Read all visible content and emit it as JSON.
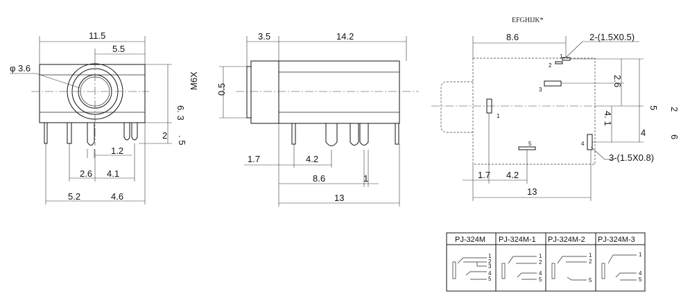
{
  "watermark": "EFGHIJK*",
  "front_view": {
    "dims": {
      "width_top": "11.5",
      "half_width": "5.5",
      "hole_dia": "φ 3.6",
      "height_right": "6. 3",
      "pin_len": "2",
      "pin_len_b": ". 5",
      "pin_gap": "1.2",
      "pin_2_6": "2.6",
      "pin_4_1": "4.1",
      "base_5_2": "5.2",
      "base_4_6": "4.6"
    }
  },
  "side_view": {
    "dims": {
      "nose_len": "3.5",
      "body_len": "14.2",
      "thread": "M6X",
      "thread_pitch": "0.5",
      "offset_1_7": "1.7",
      "pin_4_2": "4.2",
      "pin_8_6": "8.6",
      "pin_1": "1",
      "total_13": "13"
    }
  },
  "pcb_view": {
    "dims": {
      "top_8_6": "8.6",
      "slot_top": "2-(1.5X0.5)",
      "slot_bottom": "3-(1.5X0.8)",
      "v_2_6": "2.6",
      "v_4_1": "4. 1",
      "v_4": "4",
      "v_5": "5",
      "v_2": "2",
      "v_6": "6",
      "bot_1_7": "1.7",
      "bot_4_2": "4.2",
      "bot_13": "13"
    },
    "pins": [
      "1",
      "2",
      "3",
      "4",
      "5"
    ]
  },
  "model_table": {
    "headers": [
      "PJ-324M",
      "PJ-324M-1",
      "PJ-324M-2",
      "PJ-324M-3"
    ],
    "pins_col0": [
      "1",
      "2",
      "3",
      "4",
      "5"
    ],
    "pins_col1": [
      "1",
      "2",
      "4",
      "5"
    ],
    "pins_col2": [
      "1",
      "2",
      "5"
    ],
    "pins_col3": [
      "1",
      "4",
      "5"
    ]
  }
}
